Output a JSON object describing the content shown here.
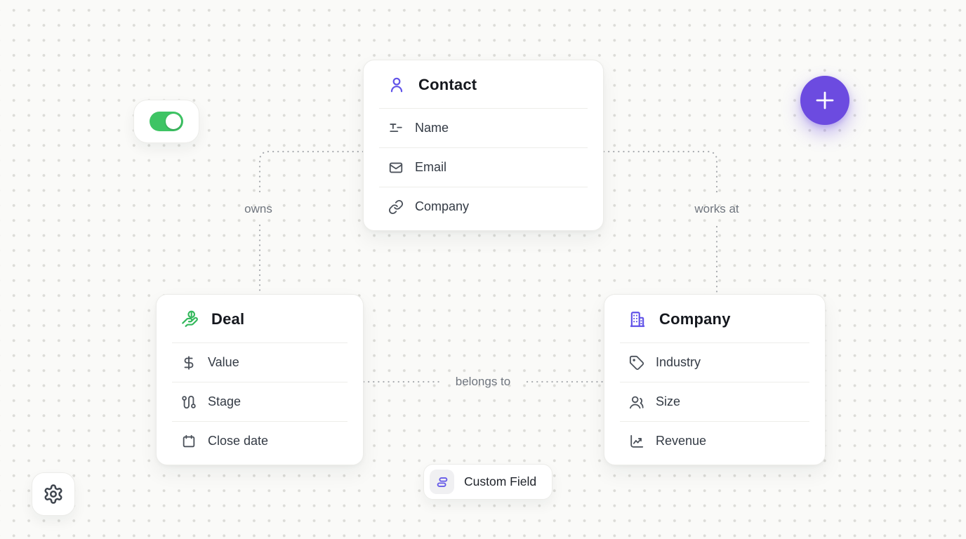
{
  "canvas": {
    "background": "#FAFAF8",
    "dot_color": "#DCDCD8",
    "connector_color": "#A9ACB0"
  },
  "controls": {
    "toggle": {
      "state": "on",
      "color": "#3EC464"
    },
    "add_button": {
      "icon": "plus-icon",
      "color": "#6C4BE0"
    },
    "settings_button": {
      "icon": "gear-icon"
    },
    "custom_field_chip": {
      "label": "Custom Field",
      "icon": "field-lines-icon",
      "accent": "#6459E8"
    }
  },
  "entities": [
    {
      "title": "Contact",
      "icon": "user-icon",
      "accent": "#6153E8",
      "fields": [
        {
          "icon": "text-icon",
          "label": "Name"
        },
        {
          "icon": "mail-icon",
          "label": "Email"
        },
        {
          "icon": "link-icon",
          "label": "Company"
        }
      ]
    },
    {
      "title": "Deal",
      "icon": "hand-coins-icon",
      "accent": "#34B85C",
      "fields": [
        {
          "icon": "dollar-icon",
          "label": "Value"
        },
        {
          "icon": "route-icon",
          "label": "Stage"
        },
        {
          "icon": "calendar-icon",
          "label": "Close date"
        }
      ]
    },
    {
      "title": "Company",
      "icon": "building-icon",
      "accent": "#6153E8",
      "fields": [
        {
          "icon": "tag-icon",
          "label": "Industry"
        },
        {
          "icon": "users-icon",
          "label": "Size"
        },
        {
          "icon": "chart-icon",
          "label": "Revenue"
        }
      ]
    }
  ],
  "relations": [
    {
      "label": "owns",
      "from": "Contact",
      "to": "Deal"
    },
    {
      "label": "works at",
      "from": "Contact",
      "to": "Company"
    },
    {
      "label": "belongs to",
      "from": "Deal",
      "to": "Company"
    }
  ]
}
